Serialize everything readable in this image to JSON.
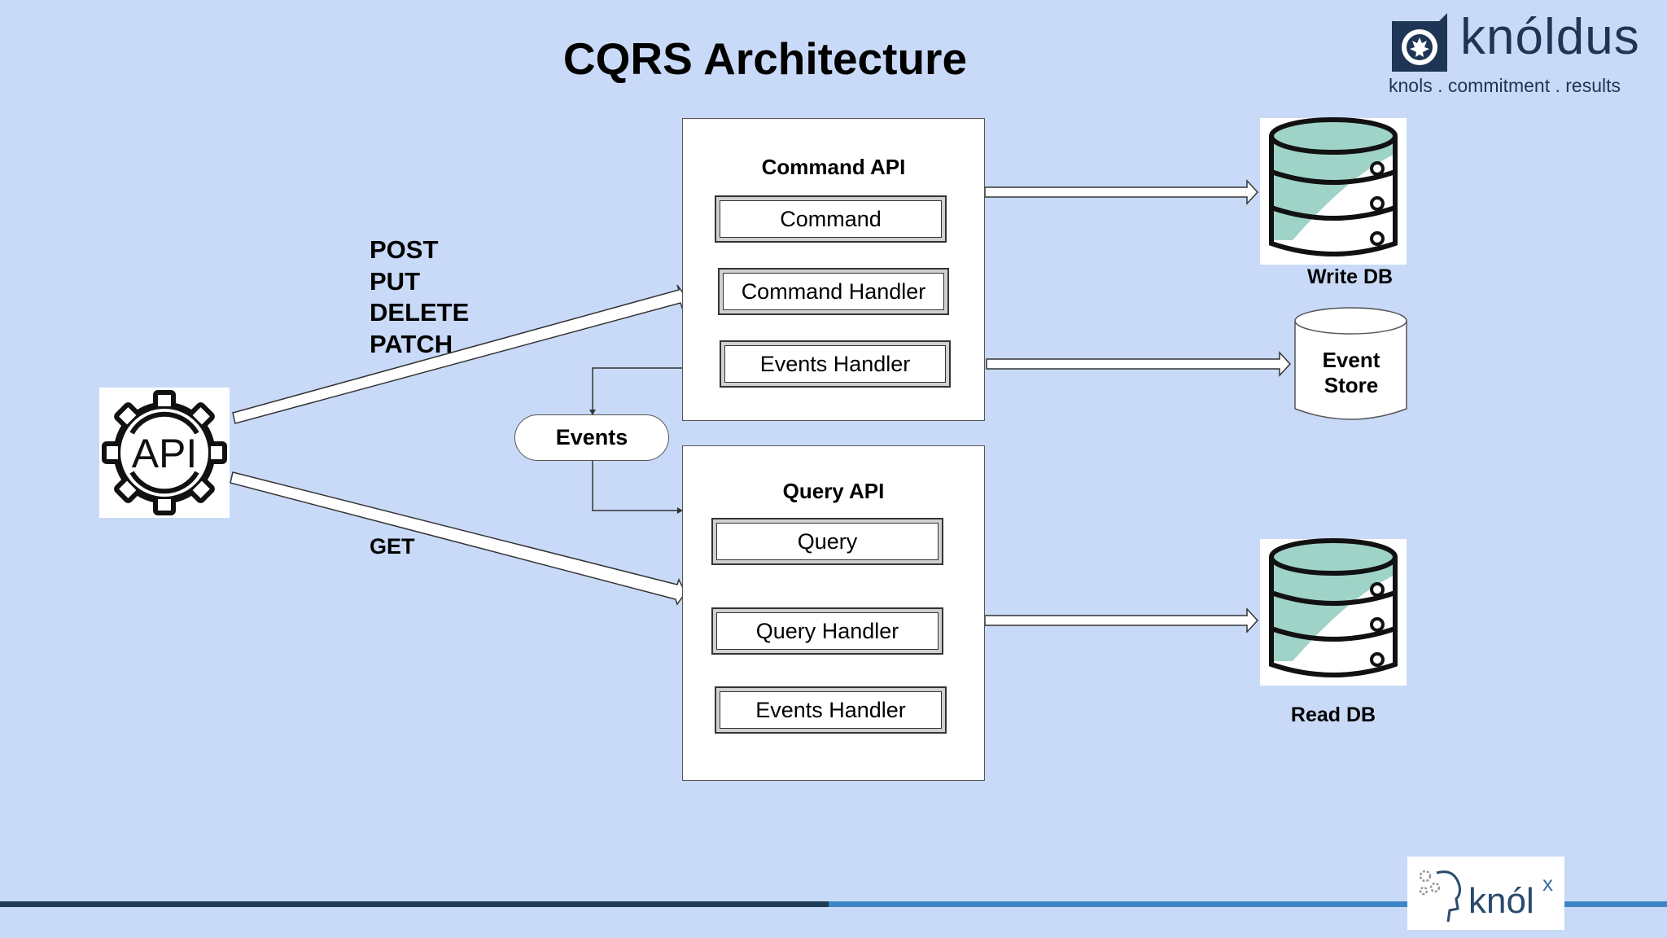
{
  "diagram": {
    "title": "CQRS Architecture",
    "client": {
      "icon": "api-gear-icon",
      "label": "API"
    },
    "write_methods": [
      "POST",
      "PUT",
      "DELETE",
      "PATCH"
    ],
    "read_method": "GET",
    "command_api": {
      "title": "Command API",
      "components": [
        "Command",
        "Command Handler",
        "Events Handler"
      ]
    },
    "query_api": {
      "title": "Query API",
      "components": [
        "Query",
        "Query Handler",
        "Events Handler"
      ]
    },
    "events": "Events",
    "write_db": {
      "label": "Write DB",
      "icon": "database-icon"
    },
    "event_store": {
      "label_line1": "Event",
      "label_line2": "Store",
      "icon": "cylinder-icon"
    },
    "read_db": {
      "label": "Read DB",
      "icon": "database-icon"
    }
  },
  "branding": {
    "company": "knóldus",
    "tagline": "knols . commitment . results",
    "footer_brand": "knól",
    "footer_brand_sup": "x"
  },
  "colors": {
    "background": "#c9daf8",
    "bar_dark": "#1c3c5a",
    "bar_light": "#3d85c6",
    "db_fill": "#9fd3c7",
    "logo_blue": "#1f3556"
  }
}
